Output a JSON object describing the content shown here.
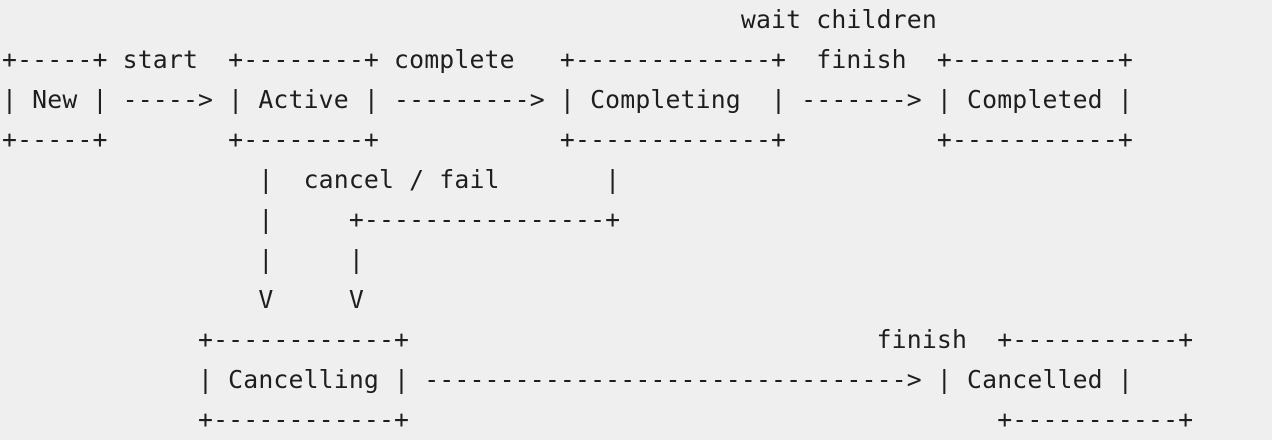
{
  "diagram": {
    "lines": [
      "                                                 wait children",
      "+-----+ start  +--------+ complete   +-------------+  finish  +-----------+",
      "| New | -----> | Active | ---------> | Completing  | -------> | Completed |",
      "+-----+        +--------+            +-------------+          +-----------+",
      "                 |  cancel / fail       |",
      "                 |     +----------------+",
      "                 |     |",
      "                 V     V",
      "             +------------+                               finish  +-----------+",
      "             | Cancelling | --------------------------------> | Cancelled |",
      "             +------------+                                       +-----------+"
    ]
  }
}
